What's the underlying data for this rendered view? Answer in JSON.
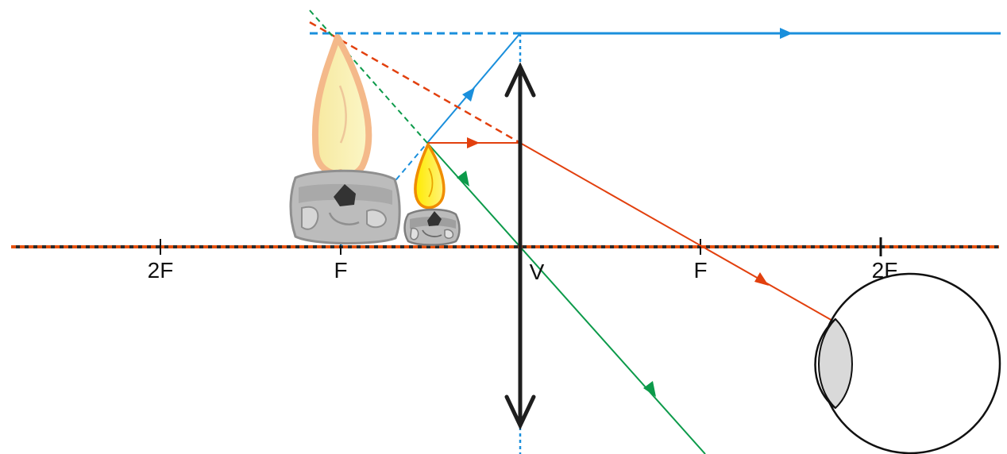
{
  "labels": {
    "two_f_left": "2F",
    "f_left": "F",
    "vertex": "V",
    "f_right": "F",
    "two_f_right": "2F"
  },
  "colors": {
    "axis_dark": "#2b2b2b",
    "axis_dash": "#e8520f",
    "lens": "#1e1e1e",
    "ray_blue": "#1a8fdc",
    "ray_red": "#e2400e",
    "ray_green": "#0c9a4a",
    "flame_real": "#ffe600",
    "flame_real_edge": "#f08c00",
    "flame_virtual": "#f9f3a8",
    "flame_virtual_edge": "#f4b98a",
    "candle_body": "#bcbcbc",
    "candle_shadow": "#8f8f8f",
    "eye_lens": "#d9d9d9"
  },
  "icons": {
    "object": "candle-icon",
    "image": "candle-image-icon",
    "eye": "eye-icon",
    "lens": "converging-lens-icon"
  }
}
